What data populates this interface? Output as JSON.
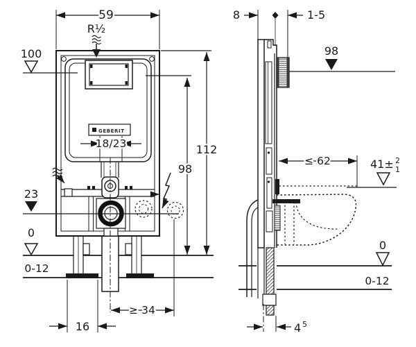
{
  "colors": {
    "ink": "#1a1a1a",
    "paper": "#ffffff"
  },
  "brand": {
    "logo_text": "GEBERIT"
  },
  "front_view": {
    "dim_width": "59",
    "water_supply": "R½",
    "level_supply_height": "100",
    "dim_flush_pipe": "18/23",
    "dim_actuator_height": "98",
    "dim_frame_height": "112",
    "level_drain_height": "23",
    "level_finished_floor": "0",
    "level_floor_range": "0-12",
    "dim_drain_offset": "≥ 34",
    "dim_foot_plate": "16"
  },
  "side_view": {
    "dim_frame_depth": "8",
    "dim_wall_lining": "1-5",
    "level_actuator_height": "98",
    "dim_bowl_depth": "≤ 62",
    "dim_bowl_height": "41±",
    "dim_bowl_height_tol_plus": "2",
    "dim_bowl_height_tol_minus": "1",
    "level_finished_floor": "0",
    "level_floor_range": "0-12",
    "dim_pipe_offset": "4",
    "dim_pipe_offset_sup": "5"
  }
}
